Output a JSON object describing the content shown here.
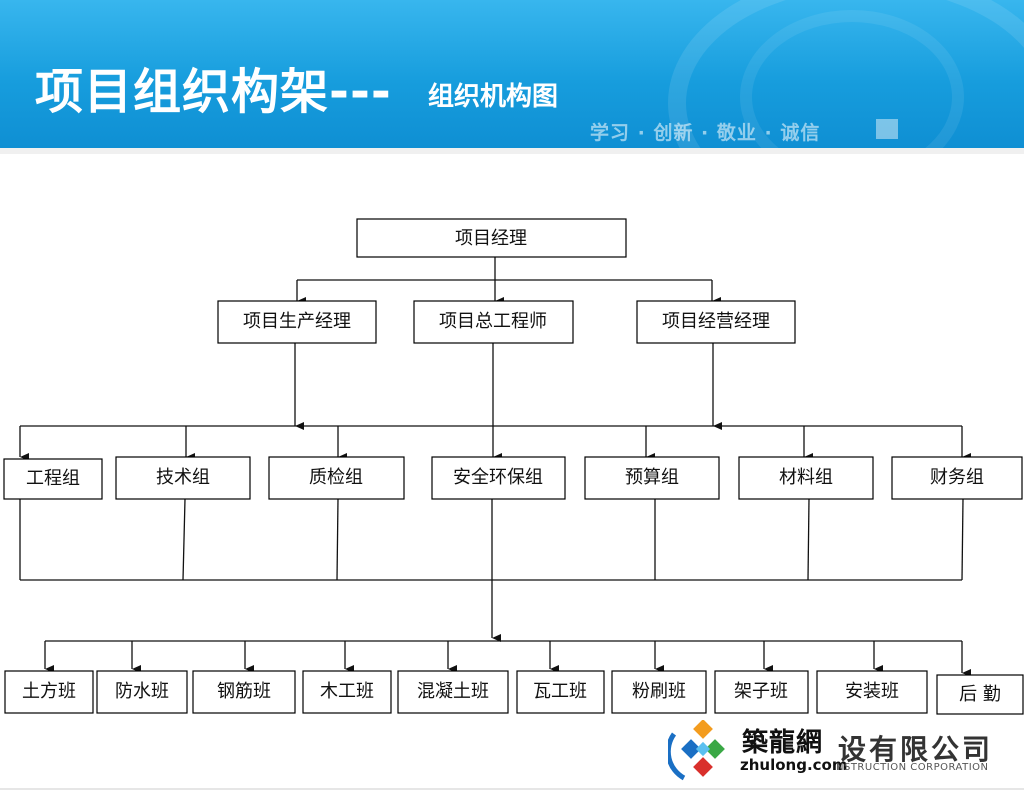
{
  "header": {
    "title": "项目组织构架",
    "title_dash": "---",
    "subtitle": "组织机构图",
    "motto": "学习 · 创新 · 敬业 · 诚信"
  },
  "org": {
    "root": "项目经理",
    "level2": [
      "项目生产经理",
      "项目总工程师",
      "项目经营经理"
    ],
    "level3": [
      "工程组",
      "技术组",
      "质检组",
      "安全环保组",
      "预算组",
      "材料组",
      "财务组"
    ],
    "level4": [
      "土方班",
      "防水班",
      "钢筋班",
      "木工班",
      "混凝土班",
      "瓦工班",
      "粉刷班",
      "架子班",
      "安装班",
      "后  勤"
    ]
  },
  "logo": {
    "brand_cn": "築龍網",
    "brand_en": "zhulong.com",
    "company": "设有限公司",
    "company_en": "NSTRUCTION CORPORATION"
  },
  "colors": {
    "header_top": "#38b6ee",
    "header_bottom": "#0f8fd3",
    "logo_orange": "#f39c1e",
    "logo_blue": "#1a6fc4",
    "logo_green": "#3aa845",
    "logo_red": "#d9302c"
  }
}
